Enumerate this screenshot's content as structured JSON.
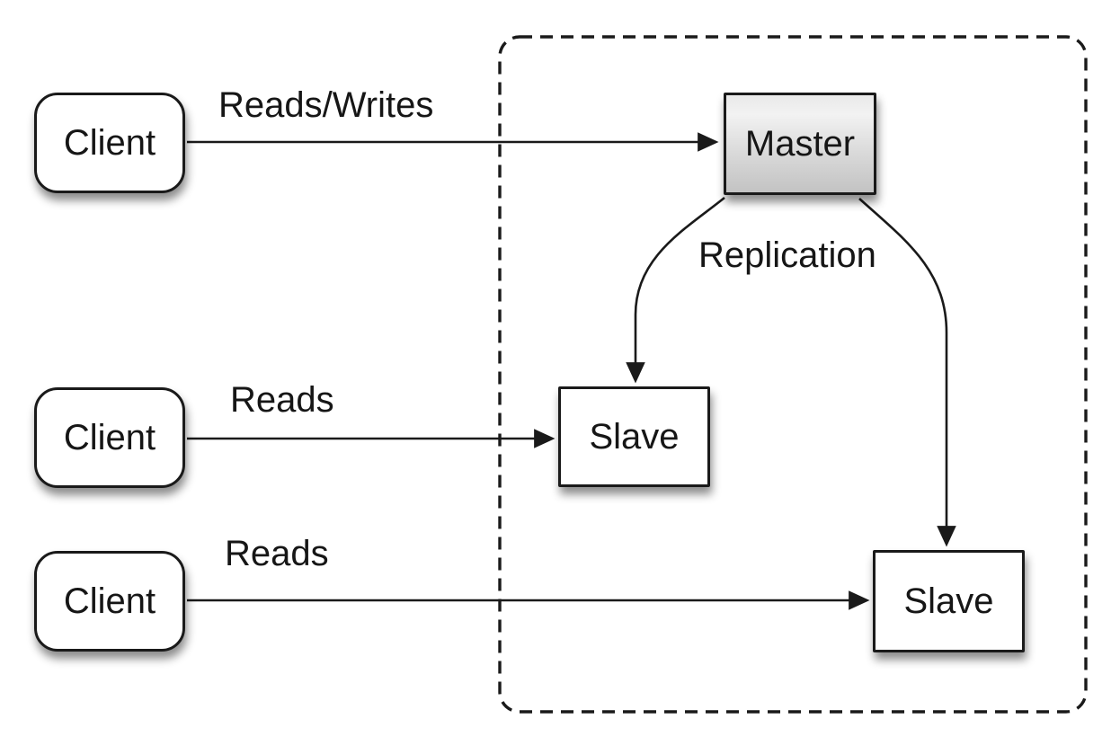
{
  "nodes": {
    "clients": [
      {
        "label": "Client"
      },
      {
        "label": "Client"
      },
      {
        "label": "Client"
      }
    ],
    "master": {
      "label": "Master"
    },
    "slaves": [
      {
        "label": "Slave"
      },
      {
        "label": "Slave"
      }
    ]
  },
  "edges": {
    "reads_writes": {
      "label": "Reads/Writes"
    },
    "reads_top": {
      "label": "Reads"
    },
    "reads_bottom": {
      "label": "Reads"
    },
    "replication": {
      "label": "Replication"
    }
  },
  "colors": {
    "line": "#1a1a1a",
    "node_border": "#1a1a1a",
    "node_fill": "#ffffff",
    "master_gradient_top": "#f2f2f2",
    "master_gradient_bottom": "#c3c3c3",
    "text": "#161616",
    "background": "#ffffff"
  }
}
